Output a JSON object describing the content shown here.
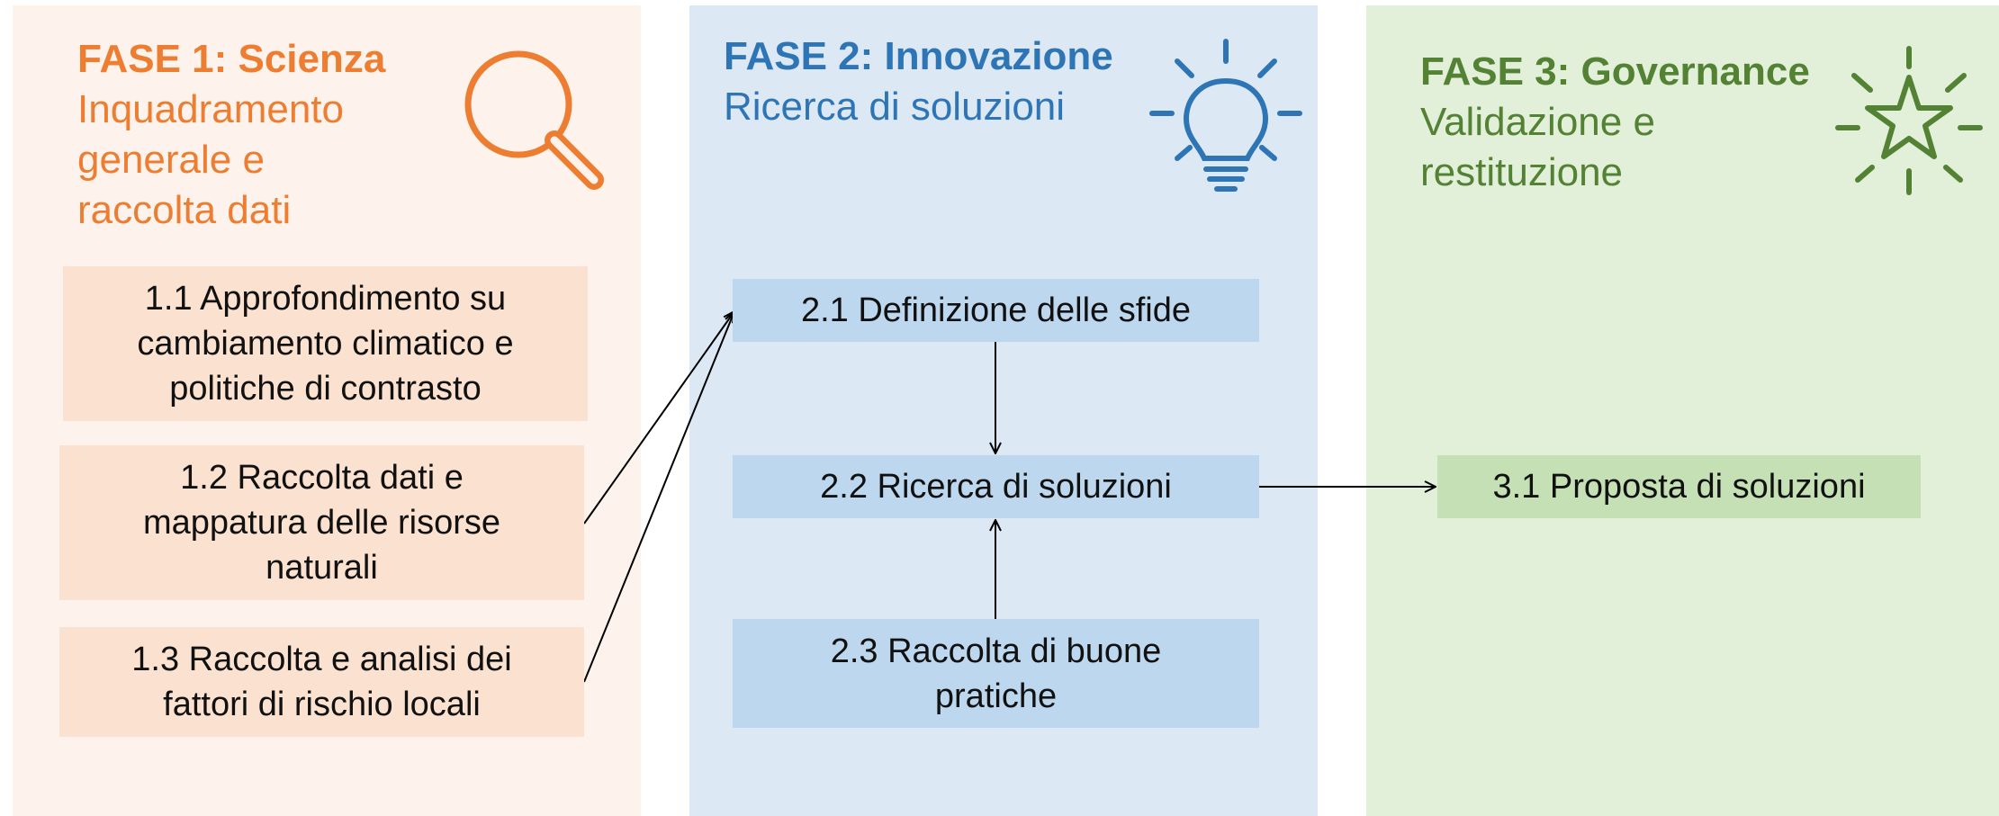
{
  "phases": [
    {
      "title": "FASE 1: Scienza",
      "subtitle": [
        "Inquadramento",
        "generale e",
        "raccolta dati"
      ],
      "icon": "magnifying-glass-icon",
      "color": "#ed7d31",
      "steps": [
        [
          "1.1 Approfondimento su",
          "cambiamento climatico e",
          "politiche di contrasto"
        ],
        [
          "1.2 Raccolta dati e",
          "mappatura delle risorse",
          "naturali"
        ],
        [
          "1.3 Raccolta e analisi dei",
          "fattori di rischio locali"
        ]
      ]
    },
    {
      "title": "FASE 2: Innovazione",
      "subtitle": [
        "Ricerca di soluzioni"
      ],
      "icon": "light-bulb-icon",
      "color": "#2e75b6",
      "steps": [
        [
          "2.1 Definizione delle sfide"
        ],
        [
          "2.2 Ricerca di soluzioni"
        ],
        [
          "2.3 Raccolta di buone",
          "pratiche"
        ]
      ]
    },
    {
      "title": "FASE 3: Governance",
      "subtitle": [
        "Validazione e",
        "restituzione"
      ],
      "icon": "star-icon",
      "color": "#548235",
      "steps": [
        [
          "3.1 Proposta di soluzioni"
        ]
      ]
    }
  ],
  "connections": [
    {
      "from": "1.2",
      "to": "2.1"
    },
    {
      "from": "1.3",
      "to": "2.1"
    },
    {
      "from": "2.1",
      "to": "2.2"
    },
    {
      "from": "2.3",
      "to": "2.2"
    },
    {
      "from": "2.2",
      "to": "3.1"
    }
  ]
}
